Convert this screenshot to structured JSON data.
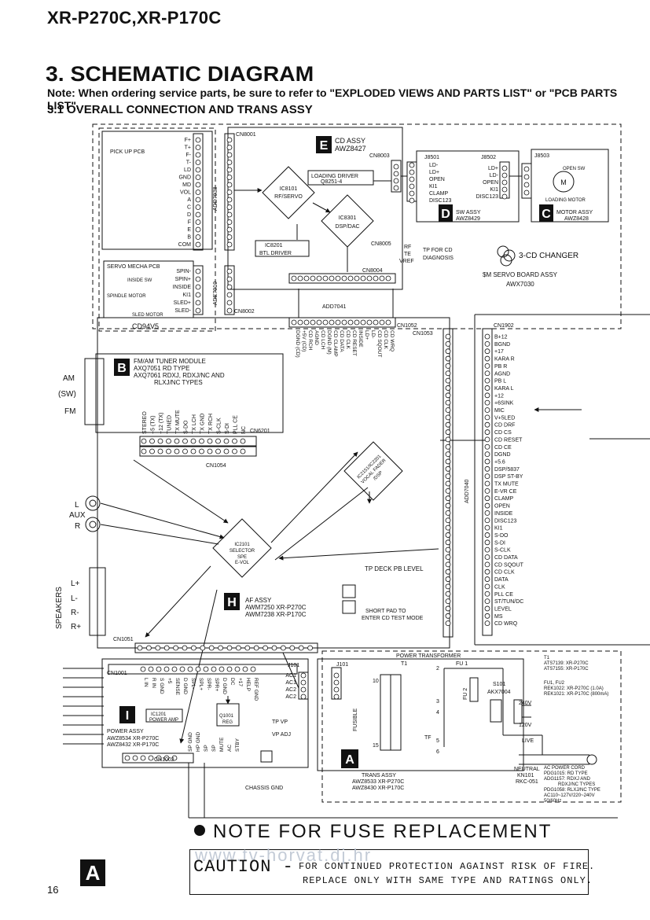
{
  "header": {
    "model": "XR-P270C,XR-P170C",
    "section_title": "3. SCHEMATIC DIAGRAM",
    "note": "Note: When ordering service parts, be sure to refer to \"EXPLODED VIEWS AND PARTS LIST\" or \"PCB PARTS LIST\".",
    "subsection": "3.1 OVERALL CONNECTION AND TRANS ASSY"
  },
  "cd_assy": {
    "letter": "E",
    "name": "CD ASSY",
    "part": "AWZ8427",
    "pickup_pcb": "PICK UP PCB",
    "pickup_pins": [
      "F+",
      "T+",
      "F-",
      "T-",
      "LD",
      "GND",
      "MD",
      "VOL",
      "A",
      "C",
      "D",
      "F",
      "E",
      "B",
      "COM"
    ],
    "add7038": "ADD7038",
    "cn8001": "CN8001",
    "cn8003": "CN8003",
    "cn8004": "CN8004",
    "cn8005": "CN8005",
    "cn8002": "CN8002",
    "ic8101": [
      "IC8101",
      "RF/SERVO"
    ],
    "ic8301": [
      "IC8301",
      "DSP/DAC"
    ],
    "loading_driver": [
      "LOADING DRIVER",
      "Q8251-4"
    ],
    "ic8201": [
      "IC8201",
      "BTL DRIVER"
    ],
    "servo_mecha_pcb": "SERVO MECHA PCB",
    "servo_pins": [
      "SPIN-",
      "SPIN+",
      "INSIDE",
      "KI1",
      "SLED+",
      "SLED-"
    ],
    "inside_sw": "INSIDE SW",
    "spindle_motor": "SPINDLE MOTOR",
    "sled_motor": "SLED MOTOR",
    "motor_symbol": "M",
    "add7010": "ADE7010",
    "cd94v5": "CD94V5",
    "rf_te_vref": [
      "RF",
      "TE",
      "VREF"
    ],
    "tp_note": [
      "TP FOR CD",
      "DIAGNOSIS"
    ]
  },
  "sw_assy": {
    "letter": "D",
    "name": "SW ASSY",
    "part": "AWZ8429",
    "j8501": "J8501",
    "j8502": "J8502",
    "j8501_pins": [
      "LD-",
      "LD+",
      "OPEN",
      "KI1",
      "CLAMP",
      "DISC123"
    ],
    "j8502_pins": [
      "LD+",
      "LD-",
      "OPEN",
      "KI1",
      "DISC123"
    ],
    "clamp": "CLAMP",
    "open": "OPEN"
  },
  "motor_assy": {
    "letter": "C",
    "name": "MOTOR ASSY",
    "part": "AWZ8428",
    "j8503": "J8503",
    "open_sw": "OPEN SW",
    "loading_motor": "LOADING MOTOR"
  },
  "changer": {
    "title": "3-CD CHANGER",
    "board": "$M SERVO BOARD ASSY",
    "part": "AWX7030"
  },
  "tuner": {
    "letter": "B",
    "lines": [
      "FM/AM TUNER MODULE",
      "AXQ7051 RD TYPE",
      "AXQ7061 RDXJ, RDXJ/NC AND",
      "RLXJ/NC TYPES"
    ],
    "bands": [
      "AM",
      "(SW)",
      "FM"
    ],
    "pins": [
      "STEREO",
      "+5 (TX)",
      "+12 (TX)",
      "TUNED",
      "TX MUTE",
      "S-DO",
      "TX LCH",
      "TX GND",
      "TX RCH",
      "S-CLK",
      "S-DI",
      "PLL CE",
      "NC"
    ],
    "cn6201": "CN6201",
    "cn1054": "CN1054"
  },
  "add7041": "ADD7041",
  "cn1052": "CN1052",
  "cn1053": "CN1053",
  "cd_bus_pins": [
    "DGND (CD)",
    "+5V (CD)",
    "CD RCH",
    "AGND",
    "CD LCH",
    "DGND (M)",
    "CD CLAMP",
    "CD DATA",
    "CD CLK",
    "CD RESET",
    "INSIDE",
    "LD+",
    "LD-",
    "CD SQOUT",
    "CD CLK",
    "CD WRQ"
  ],
  "add7040": "ADD7040",
  "cn1902": {
    "label": "CN1902",
    "pins": [
      "B+12",
      "BGND",
      "+17",
      "KARA R",
      "PB R",
      "AGND",
      "PB L",
      "KARA L",
      "+12",
      "+6SINK",
      "MIC",
      "V+5LED",
      "CD DRF",
      "CD CS",
      "CD RESET",
      "CD CE",
      "DGND",
      "+5.6",
      "DSP/5837",
      "DSP ST-BY",
      "TX MUTE",
      "E-VR CE",
      "CLAMP",
      "OPEN",
      "INSIDE",
      "DISC123",
      "KI1",
      "S-DO",
      "S-DI",
      "S-CLK",
      "CD DATA",
      "CD SQOUT",
      "CD CLK",
      "DATA",
      "CLK",
      "PLL CE",
      "ST/TUN/DC",
      "LEVEL",
      "MS",
      "CD WRQ"
    ]
  },
  "af_assy": {
    "letter": "H",
    "name": "AF ASSY",
    "parts": [
      "AWM7250 XR-P270C",
      "AWM7238 XR-P170C"
    ],
    "ic2101": [
      "IC2101",
      "SELECTOR",
      "SPE",
      "E-VOL"
    ],
    "ic2151": [
      "IC2151/IC2201",
      "VOCAL FADER",
      "/DSP"
    ],
    "tp_deck": "TP DECK PB LEVEL",
    "short_pad": [
      "SHORT PAD TO",
      "ENTER CD TEST MODE"
    ],
    "aux": [
      "AUX",
      "L",
      "R"
    ],
    "speakers": "SPEAKERS",
    "speaker_pins": [
      "L+",
      "L-",
      "R-",
      "R+"
    ],
    "cn1051": "CN1051"
  },
  "power_assy": {
    "letter": "I",
    "name": "POWER ASSY",
    "parts": [
      "AWZ8534 XR-P270C",
      "AWZ8432 XR-P170C"
    ],
    "cn1001": "CN1001",
    "cn1002": "CN1002",
    "ic1201": [
      "IC1201",
      "POWER AMP"
    ],
    "q1001": [
      "Q1001",
      "REG"
    ],
    "j101": "J101",
    "j101_pins": [
      "AC1",
      "AC1",
      "AC2",
      "AC2"
    ],
    "top_pins": [
      "L IN",
      "R IN",
      "S GND",
      "+5",
      "SENSE",
      "D GND",
      "SPL-",
      "SPL+",
      "SPR-",
      "SPR+",
      "D GND",
      "DC",
      "+17",
      "HELP",
      "REF GND"
    ],
    "bottom_pins": [
      "SP GND",
      "HP GND",
      "SP",
      "SP",
      "MUTE",
      "AC",
      "STBY"
    ],
    "tp_vp": "TP VP",
    "vp_adj": "VP ADJ",
    "chassis": "CHASSIS GND"
  },
  "trans_assy": {
    "letter": "A",
    "name": "TRANS ASSY",
    "parts": [
      "AWZ8533 XR-P270C",
      "AWZ8430 XR-P170C"
    ],
    "j101": "J101",
    "power_transformer": "POWER TRANSFORMER",
    "t1": "T1",
    "fu1": "FU 1",
    "fu2": "FU 2",
    "fusible": "FUSIBLE",
    "s101": "S101",
    "akx": "AKX7004",
    "tf": "TF",
    "taps": [
      "10",
      "2",
      "3",
      "4",
      "5",
      "6",
      "15"
    ],
    "volt_240": "240V",
    "volt_120": "120V",
    "live": "LIVE",
    "neutral": "NEUTRAL",
    "kn101": "KN101",
    "rkc": "RKC-051"
  },
  "notes_right": {
    "t1": [
      "T1",
      "ATS7139: XR-P270C",
      "ATS7155: XR-P170C"
    ],
    "fu": [
      "FU1, FU2",
      "REK1022: XR-P270C (1.0A)",
      "REK1021: XR-P170C (800mA)"
    ],
    "cord": [
      "AC POWER CORD",
      "PDG1015: RD TYPE",
      "ADG1157: RDXJ AND",
      "RDXJ/NC TYPES",
      "PDG1058: RLXJ/NC TYPE",
      "AC110~127V/220~240V",
      "50/60Hz"
    ]
  },
  "fuse_note": {
    "heading": "NOTE FOR FUSE REPLACEMENT",
    "caution": "CAUTION -",
    "line1": "FOR CONTINUED PROTECTION AGAINST RISK OF FIRE.",
    "line2": "REPLACE ONLY WITH SAME TYPE AND RATINGS ONLY.",
    "watermark": "www.tv-horvat.dj.hr"
  },
  "page": {
    "number": "16",
    "badge": "A"
  }
}
